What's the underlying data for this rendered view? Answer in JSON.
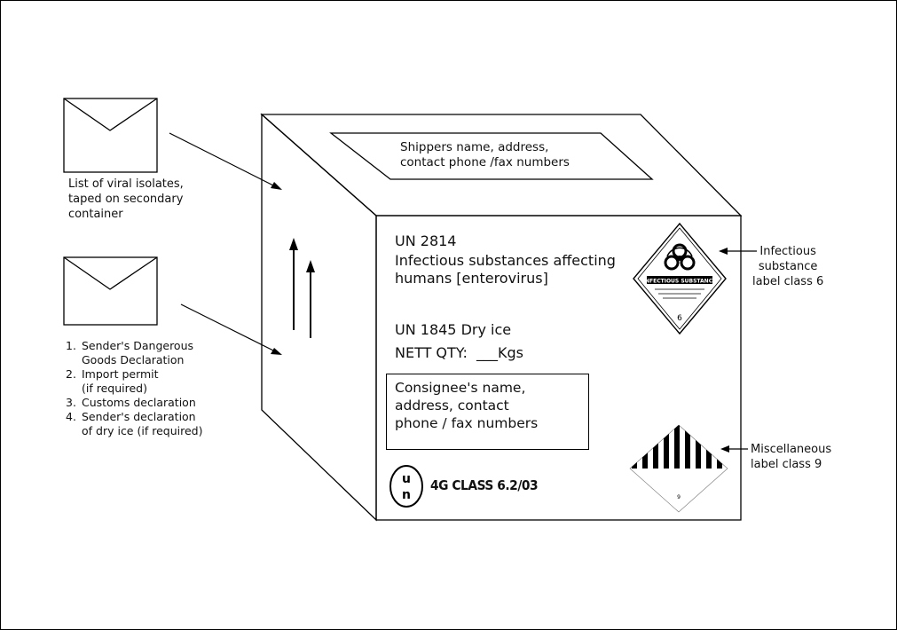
{
  "envelope_top": {
    "caption_lines": [
      "List of viral isolates,",
      "taped on secondary",
      "container"
    ]
  },
  "envelope_bottom": {
    "documents": [
      {
        "num": "1.",
        "lines": [
          "Sender's Dangerous",
          "Goods Declaration"
        ]
      },
      {
        "num": "2.",
        "lines": [
          "Import permit",
          "(if required)"
        ]
      },
      {
        "num": "3.",
        "lines": [
          "Customs declaration"
        ]
      },
      {
        "num": "4.",
        "lines": [
          "Sender's declaration",
          "of dry ice (if required)"
        ]
      }
    ]
  },
  "box_top_label": {
    "lines": [
      "Shippers name, address,",
      "contact phone /fax numbers"
    ]
  },
  "box_front": {
    "un2814": "UN 2814",
    "substance_lines": [
      "Infectious substances affecting",
      "humans [enterovirus]"
    ],
    "un1845": "UN 1845 Dry ice",
    "nett_qty": "NETT QTY:  ___Kgs",
    "consignee_lines": [
      "Consignee's name,",
      "address, contact",
      "phone / fax numbers"
    ],
    "un_symbol_letters": [
      "u",
      "n"
    ],
    "package_code": "4G CLASS 6.2/03"
  },
  "hazard_label_infectious": {
    "inner_text": "INFECTIOUS SUBSTANCE",
    "class_number": "6",
    "caption_lines": [
      "Infectious",
      "substance",
      "label class 6"
    ]
  },
  "hazard_label_misc": {
    "class_number": "9",
    "caption_lines": [
      "Miscellaneous",
      "label class 9"
    ]
  }
}
